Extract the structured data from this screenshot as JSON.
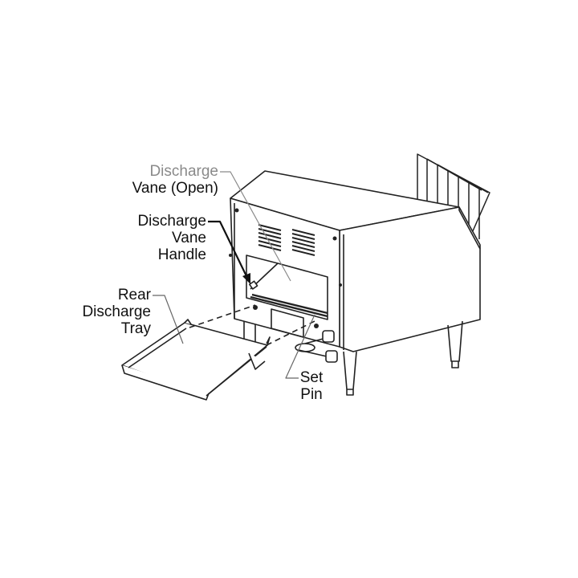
{
  "labels": {
    "discharge_vane_open": {
      "line1": "Discharge",
      "line2": "Vane (Open)"
    },
    "discharge_vane_handle": {
      "line1": "Discharge",
      "line2": "Vane",
      "line3": "Handle"
    },
    "rear_discharge_tray": {
      "line1": "Rear",
      "line2": "Discharge",
      "line3": "Tray"
    },
    "set_pin": {
      "line1": "Set",
      "line2": "Pin"
    }
  },
  "colors": {
    "line": "#222222",
    "gray_label": "#8a8a8a"
  }
}
